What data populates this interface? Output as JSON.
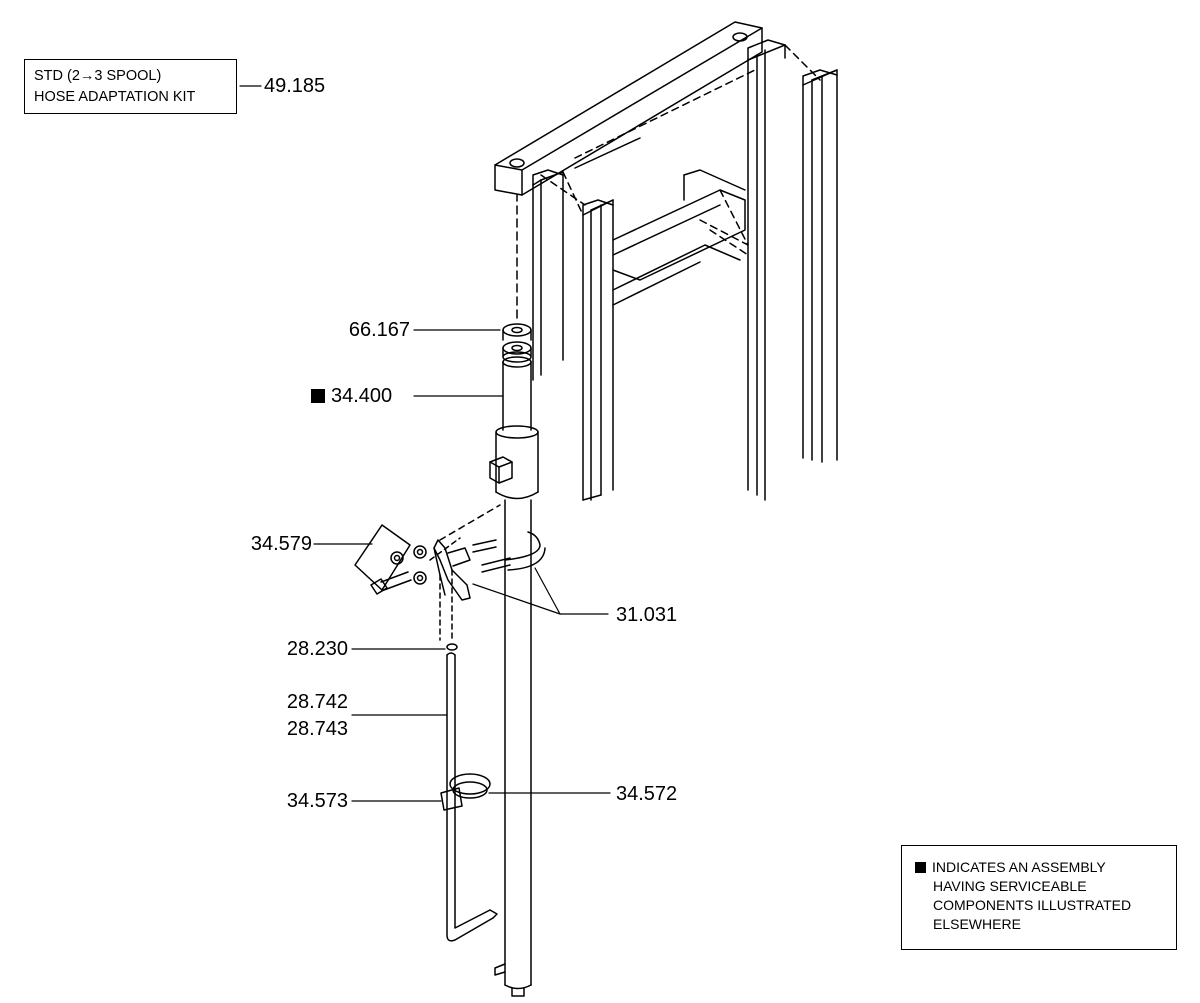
{
  "kit_box": {
    "line1": "STD (2→3 SPOOL)",
    "line2": "HOSE ADAPTATION KIT",
    "part_number": "49.185"
  },
  "callouts": {
    "washer": "66.167",
    "cylinder_assembly": "34.400",
    "fastener_set": "34.579",
    "brackets": "31.031",
    "oring": "28.230",
    "tube_a": "28.742",
    "tube_b": "28.743",
    "clamp_left": "34.573",
    "clamp_right": "34.572"
  },
  "legend_note": {
    "line1": "INDICATES AN ASSEMBLY",
    "line2": "HAVING SERVICEABLE",
    "line3": "COMPONENTS ILLUSTRATED",
    "line4": "ELSEWHERE"
  }
}
